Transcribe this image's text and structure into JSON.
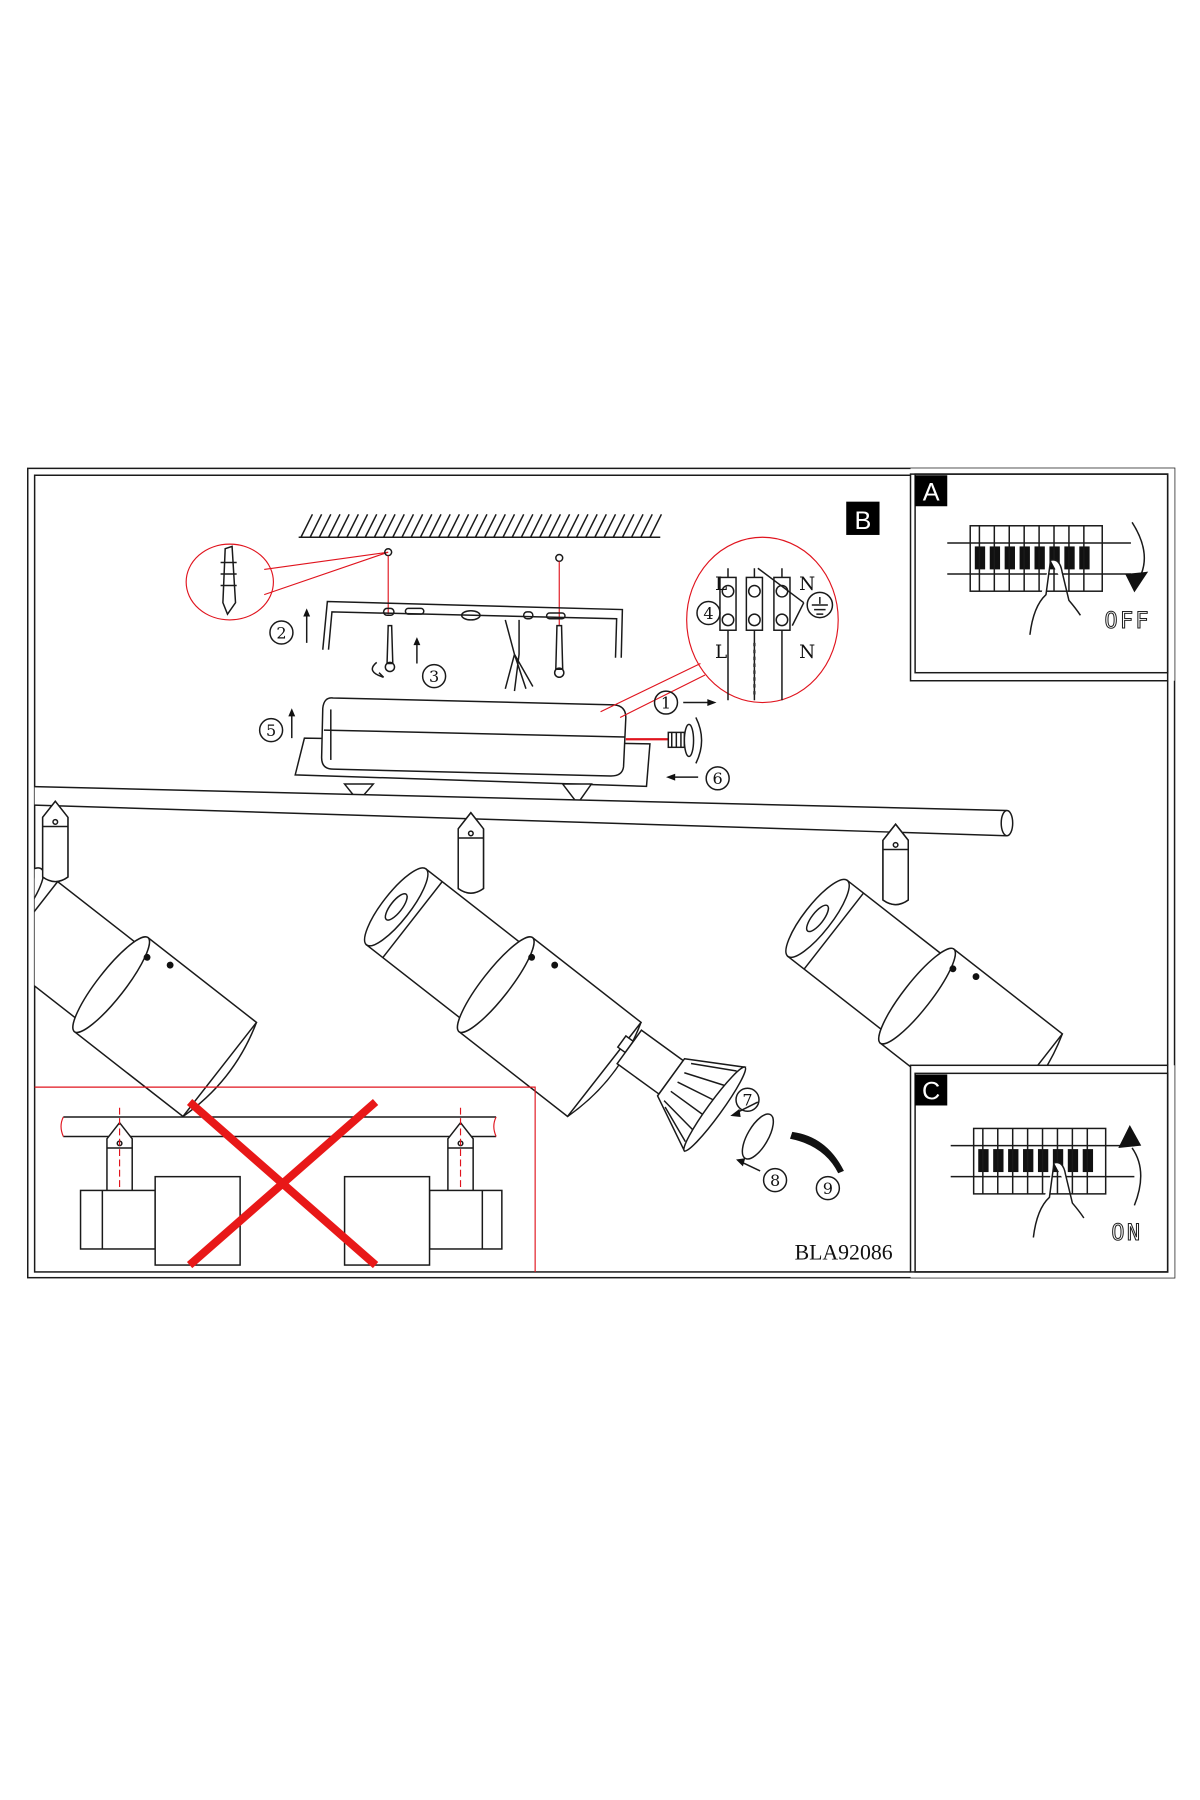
{
  "panels": {
    "a": {
      "label": "A",
      "switch_state": "OFF"
    },
    "b": {
      "label": "B"
    },
    "c": {
      "label": "C",
      "switch_state": "ON"
    }
  },
  "steps": [
    "1",
    "2",
    "3",
    "4",
    "5",
    "6",
    "7",
    "8",
    "9"
  ],
  "wiring": {
    "top_left": "L",
    "top_right": "N",
    "bottom_left": "L",
    "bottom_right": "N"
  },
  "model_code": "BLA92086",
  "colors": {
    "accent_red": "#e0141e",
    "line": "#1a1a1a",
    "label_bg": "#000000"
  }
}
